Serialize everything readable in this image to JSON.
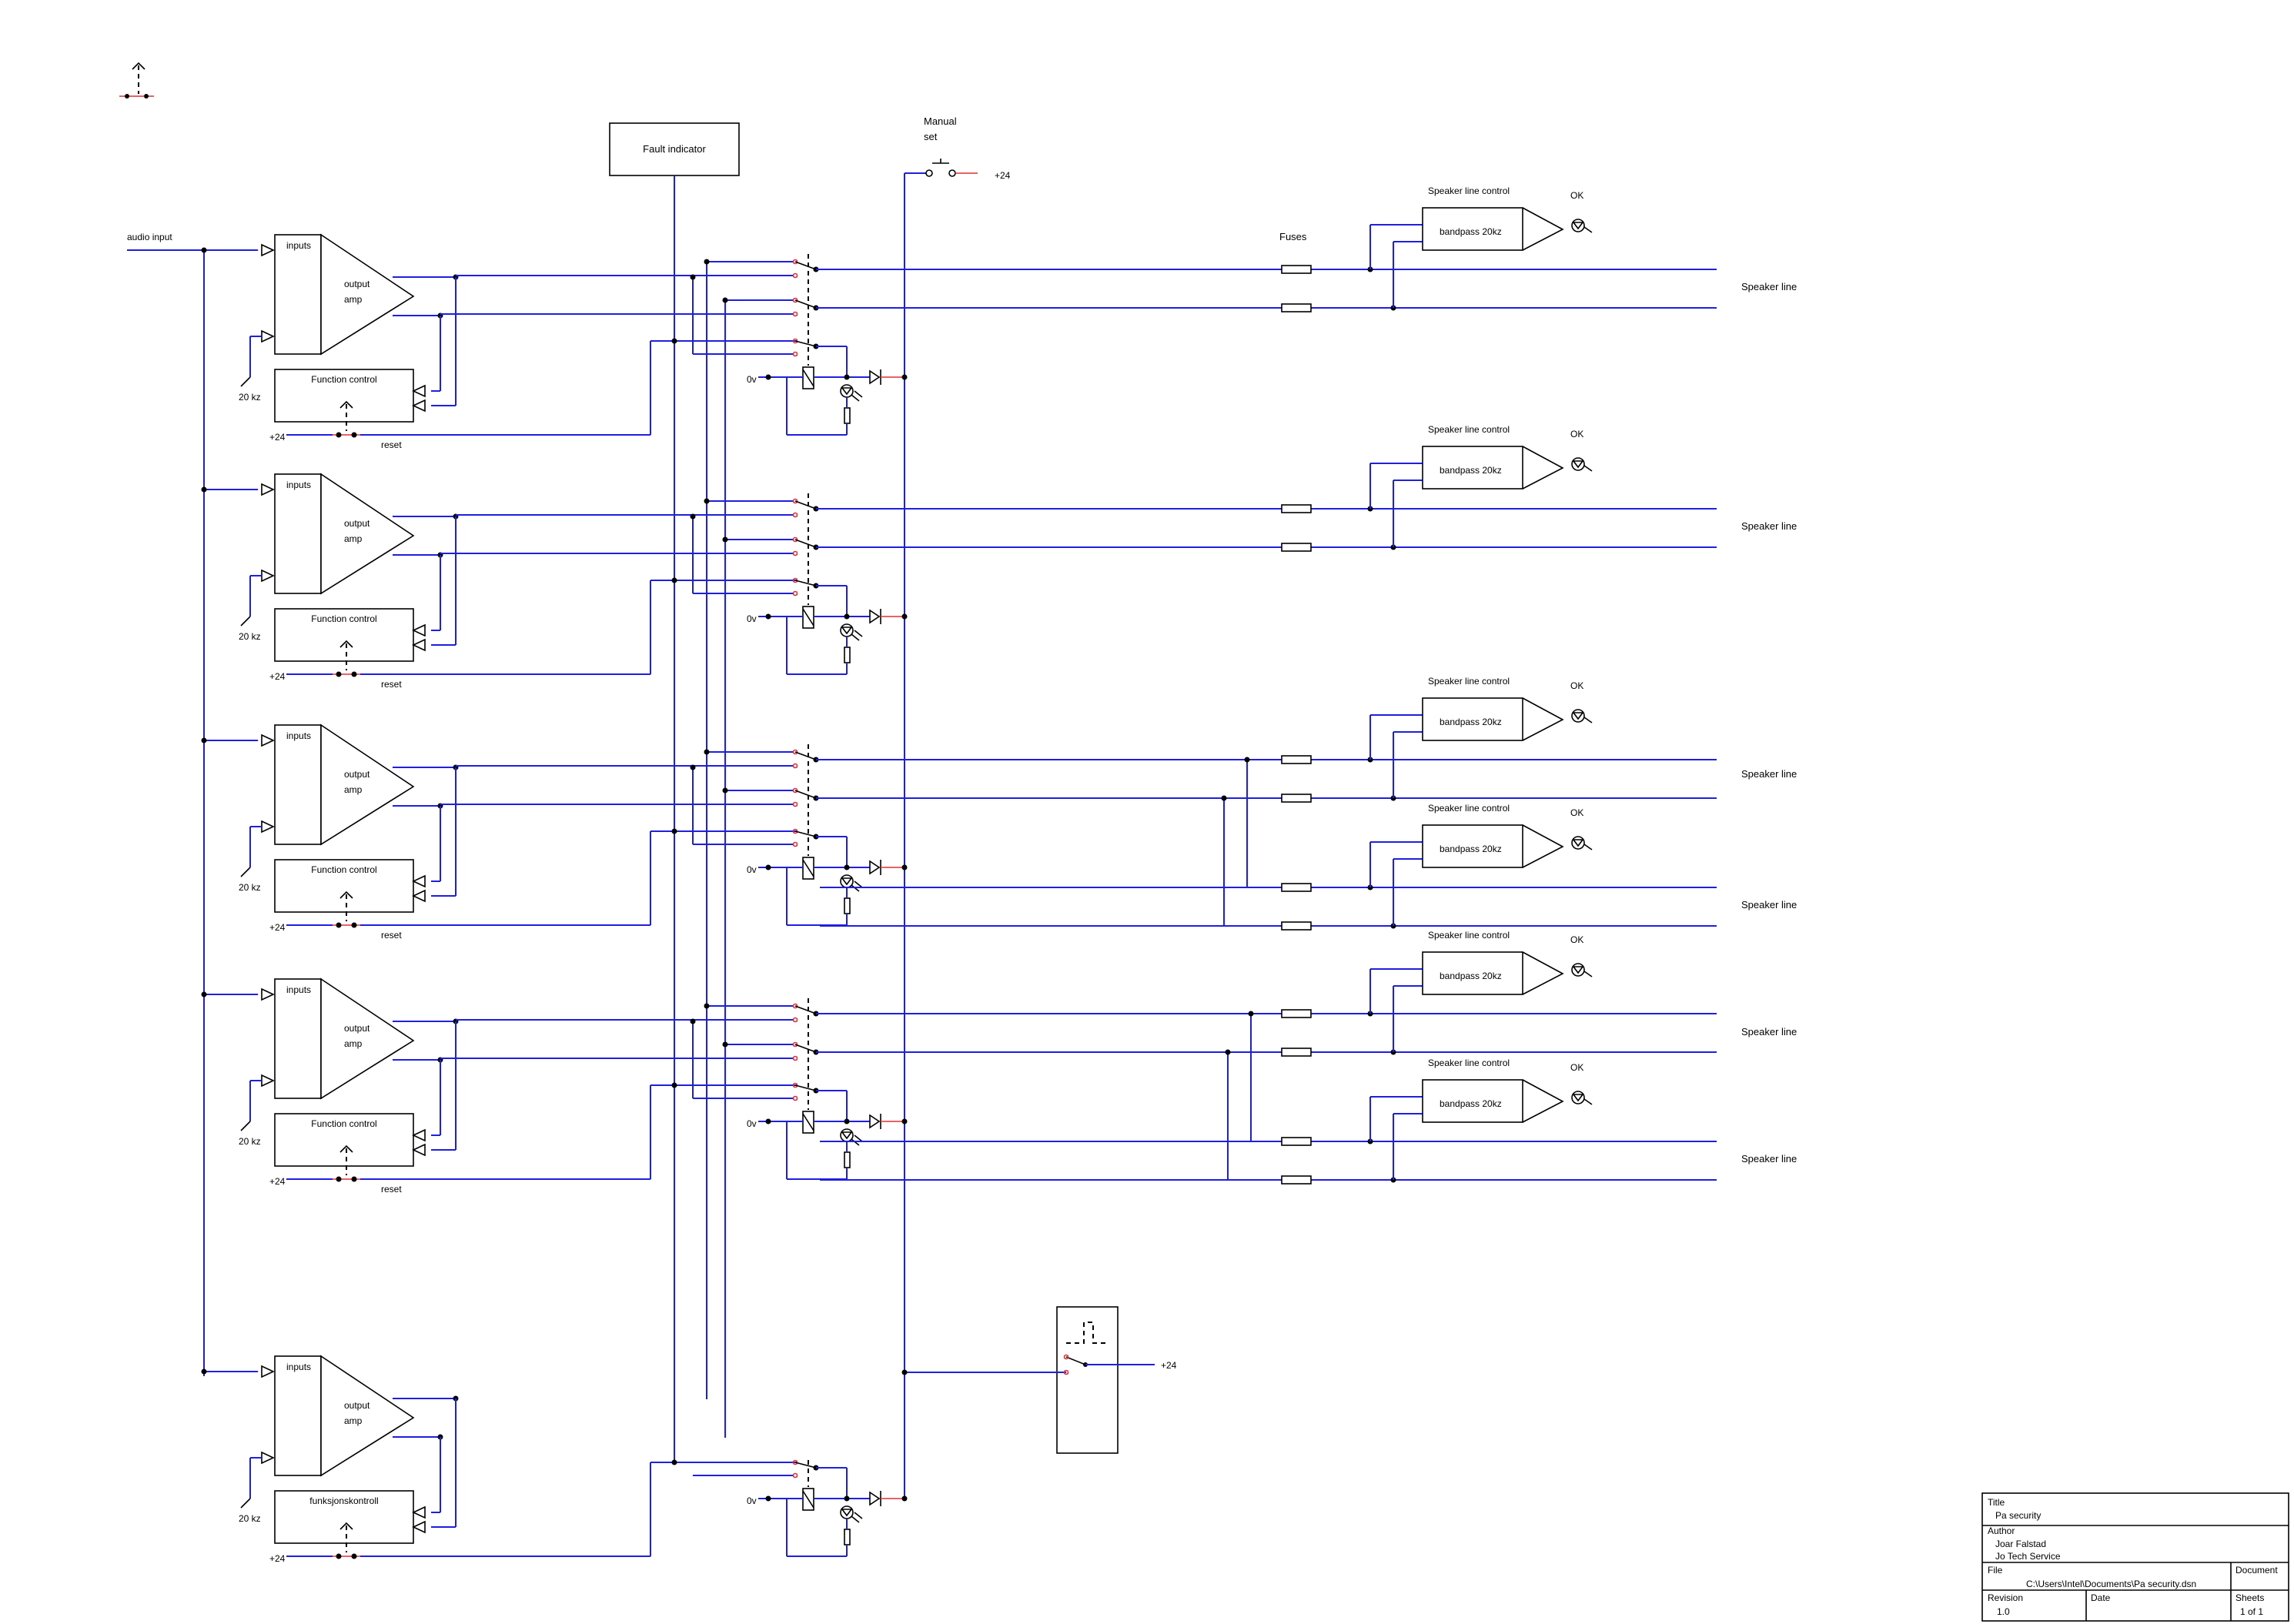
{
  "labels": {
    "audio_input": "audio input",
    "fault_indicator": "Fault indicator",
    "manual_set": "Manual",
    "manual_set_2": "set",
    "plus24": "+24",
    "fuses": "Fuses",
    "zero_v": "0v",
    "reset": "reset",
    "twenty_kz": "20 kz",
    "inputs": "inputs",
    "output_amp_1": "output",
    "output_amp_2": "amp",
    "function_control": "Function control",
    "funksjonskontroll": "funksjonskontroll",
    "speaker_line_control": "Speaker line control",
    "bandpass": "bandpass 20kz",
    "ok": "OK",
    "speaker_line": "Speaker line"
  },
  "amplifier_channels": 5,
  "speaker_lines": 6,
  "title_block": {
    "title_label": "Title",
    "title_value": "Pa security",
    "author_label": "Author",
    "author_value_1": "Joar Falstad",
    "author_value_2": "Jo Tech Service",
    "file_label": "File",
    "file_value": "C:\\Users\\Intel\\Documents\\Pa security.dsn",
    "document_label": "Document",
    "revision_label": "Revision",
    "revision_value": "1.0",
    "date_label": "Date",
    "sheets_label": "Sheets",
    "sheets_value": "1 of 1"
  },
  "colors": {
    "wire": "#1f1fe0",
    "component": "#000000",
    "pin": "#e03030"
  }
}
